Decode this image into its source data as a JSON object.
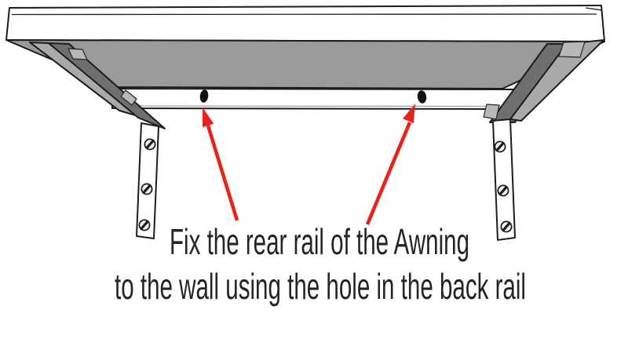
{
  "figure": {
    "description": "Awning wall-mount diagram viewed from below",
    "hole_count": 2,
    "bracket_count": 2,
    "screws_per_bracket": 3
  },
  "instruction": {
    "line1": "Fix the rear rail of the Awning",
    "line2": "to the wall using the hole in the back rail"
  },
  "colors": {
    "surface": "#ffffff",
    "underside": "#9a9a9a",
    "arm_dark": "#6f6f6f",
    "arm_light": "#a9a9a9",
    "notch": "#b8b8b8",
    "hole": "#121212",
    "arrow": "#e8231b",
    "text": "#242424"
  }
}
